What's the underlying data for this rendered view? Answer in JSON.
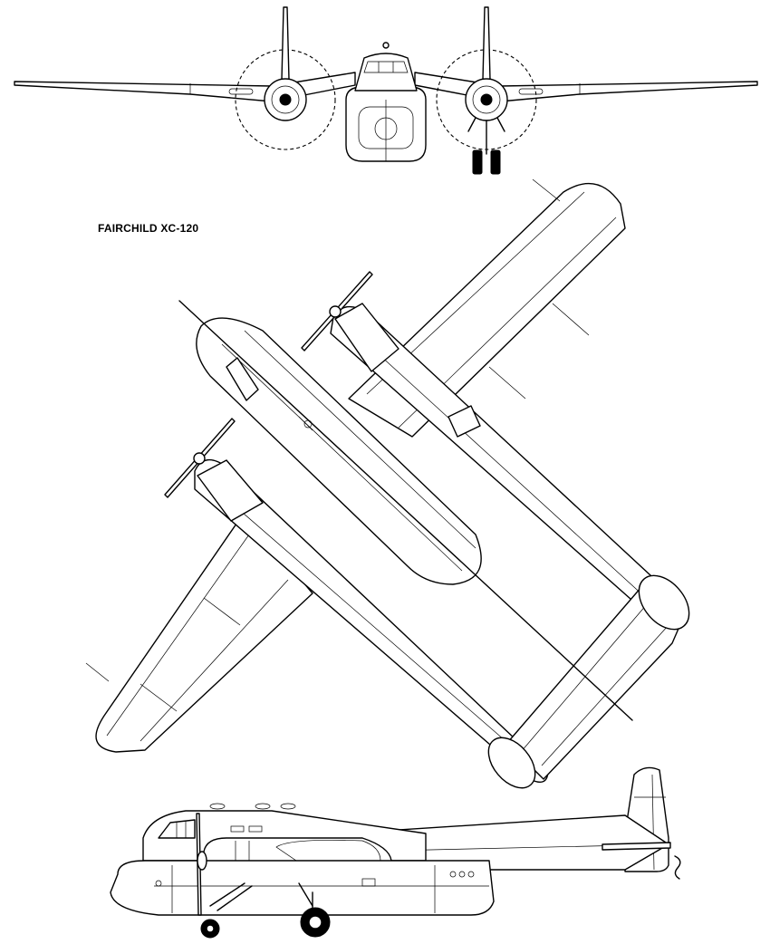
{
  "drawing": {
    "title": "FAIRCHILD XC-120",
    "ink_color": "#000000",
    "paper_color": "#ffffff",
    "views": [
      "front-view",
      "top-view",
      "side-view"
    ]
  }
}
